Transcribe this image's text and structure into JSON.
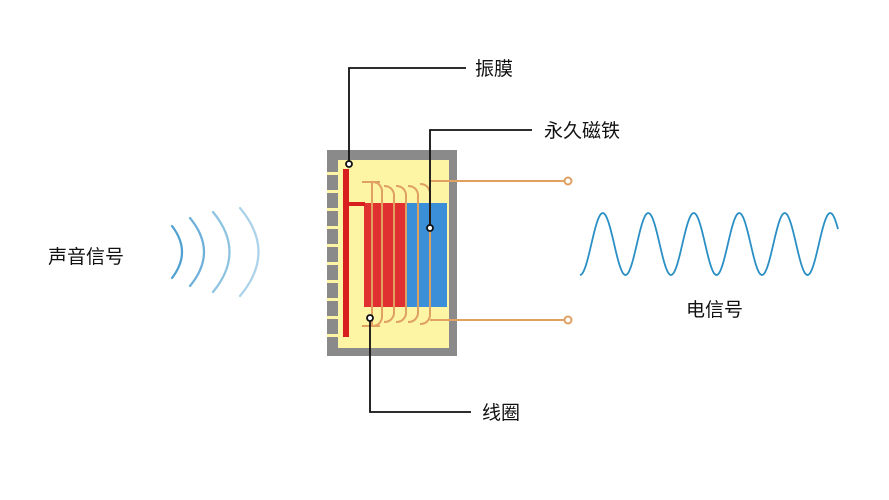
{
  "labels": {
    "diaphragm": "振膜",
    "permanent_magnet": "永久磁铁",
    "coil": "线圈",
    "sound_signal": "声音信号",
    "electric_signal": "电信号"
  },
  "colors": {
    "housing": "#8a8a8a",
    "housing_inner": "#fdf5a3",
    "diaphragm": "#d81e1e",
    "coil_core": "#e03030",
    "magnet": "#3b8fd8",
    "coil_wire": "#e0a060",
    "sound_wave": "#2f8fc9",
    "electric_wave": "#2a8fc4",
    "leader_line": "#111111"
  },
  "icons": {
    "sound_waves": "sound-waves-icon",
    "electric_wave": "sine-wave-icon"
  }
}
